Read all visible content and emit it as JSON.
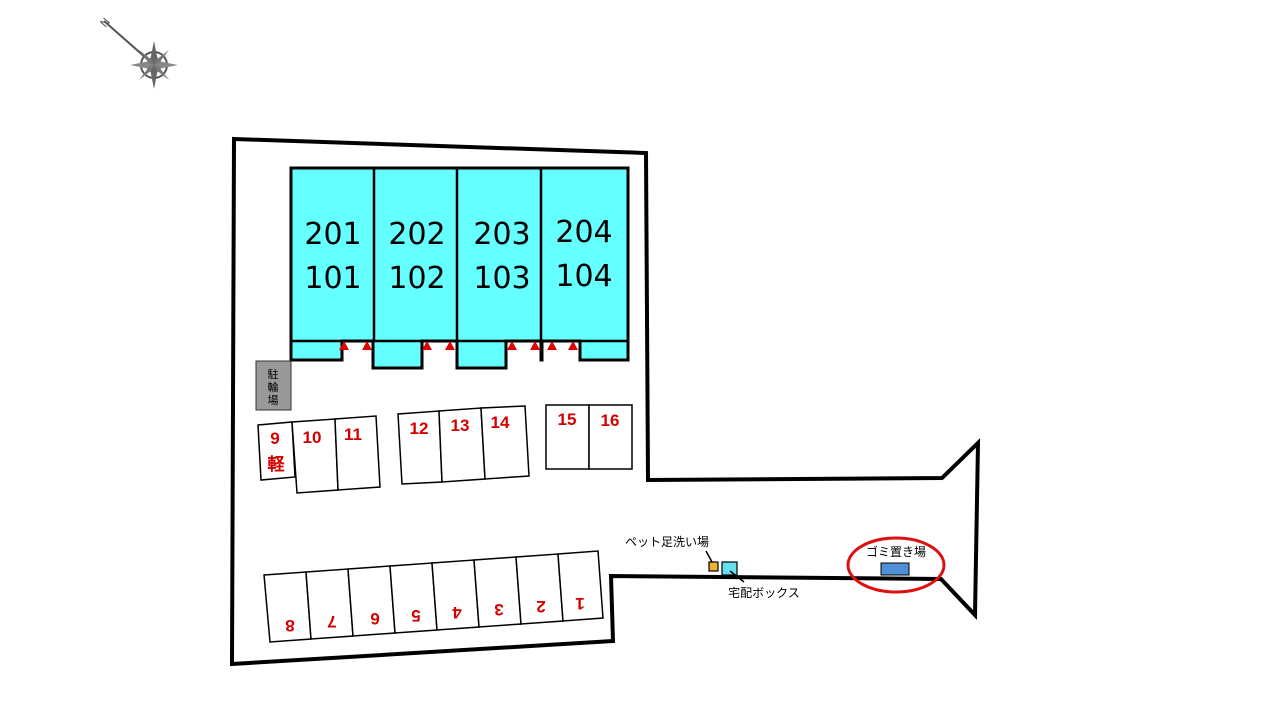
{
  "compass": {
    "north_label": "N"
  },
  "building": {
    "units": [
      {
        "upper": "201",
        "lower": "101"
      },
      {
        "upper": "202",
        "lower": "102"
      },
      {
        "upper": "203",
        "lower": "103"
      },
      {
        "upper": "204",
        "lower": "104"
      }
    ]
  },
  "parking": {
    "spots": [
      "1",
      "2",
      "3",
      "4",
      "5",
      "6",
      "7",
      "8",
      "9",
      "10",
      "11",
      "12",
      "13",
      "14",
      "15",
      "16"
    ],
    "kei_label": "軽"
  },
  "bicycle_parking": {
    "label": "駐輪場"
  },
  "features": {
    "pet_wash": "ペット足洗い場",
    "delivery_box": "宅配ボックス",
    "garbage": "ゴミ置き場"
  },
  "colors": {
    "building_fill": "#66ffff",
    "spot_number": "#d40000",
    "entrance_marker": "#e00000",
    "garbage_circle": "#dd1111",
    "garbage_box": "#4f8fd8",
    "bicycle_fill": "#999999",
    "pet_wash_fill": "#f0b030",
    "delivery_fill": "#66e0f0"
  }
}
